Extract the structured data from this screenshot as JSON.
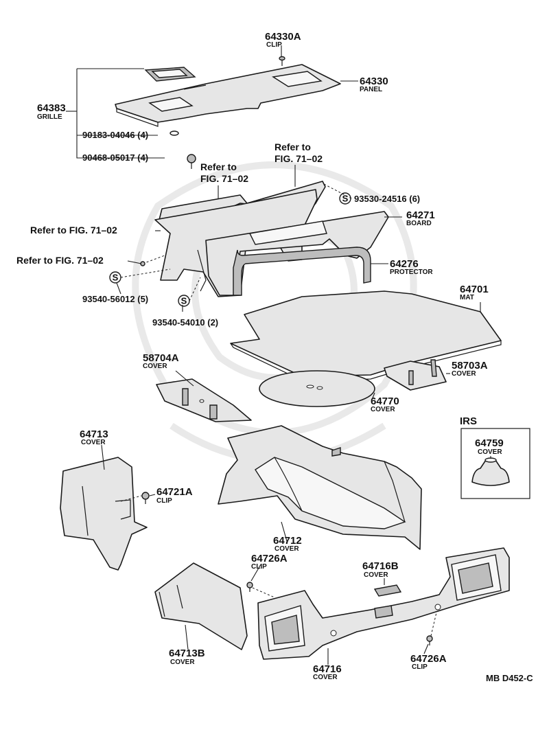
{
  "parts": [
    {
      "id": "p64330A",
      "number": "64330A",
      "name": "CLIP"
    },
    {
      "id": "p64330",
      "number": "64330",
      "name": "PANEL"
    },
    {
      "id": "p64383",
      "number": "64383",
      "name": "GRILLE"
    },
    {
      "id": "p64271",
      "number": "64271",
      "name": "BOARD"
    },
    {
      "id": "p64276",
      "number": "64276",
      "name": "PROTECTOR"
    },
    {
      "id": "p64701",
      "number": "64701",
      "name": "MAT"
    },
    {
      "id": "p58704A",
      "number": "58704A",
      "name": "COVER"
    },
    {
      "id": "p58703A",
      "number": "58703A",
      "name": "COVER"
    },
    {
      "id": "p64770",
      "number": "64770",
      "name": "COVER"
    },
    {
      "id": "p64713",
      "number": "64713",
      "name": "COVER"
    },
    {
      "id": "p64721A",
      "number": "64721A",
      "name": "CLIP"
    },
    {
      "id": "p64712",
      "number": "64712",
      "name": "COVER"
    },
    {
      "id": "p64759",
      "number": "64759",
      "name": "COVER"
    },
    {
      "id": "p64726A_top",
      "number": "64726A",
      "name": "CLIP"
    },
    {
      "id": "p64716B",
      "number": "64716B",
      "name": "COVER"
    },
    {
      "id": "p64713B",
      "number": "64713B",
      "name": "COVER"
    },
    {
      "id": "p64716",
      "number": "64716",
      "name": "COVER"
    },
    {
      "id": "p64726A_bot",
      "number": "64726A",
      "name": "CLIP"
    }
  ],
  "fasteners": [
    {
      "id": "f90183",
      "label": "90183-04046 (4)"
    },
    {
      "id": "f90468",
      "label": "90468-05017 (4)"
    },
    {
      "id": "f93530",
      "label": "93530-24516 (6)"
    },
    {
      "id": "f93540a",
      "label": "93540-56012 (5)"
    },
    {
      "id": "f93540b",
      "label": "93540-54010 (2)"
    }
  ],
  "references": {
    "ref1": [
      "Refer to",
      "FIG. 71–02"
    ],
    "ref2": [
      "Refer to",
      "FIG. 71–02"
    ],
    "ref3": "Refer to FIG. 71–02",
    "ref4": "Refer to FIG. 71–02"
  },
  "irs_label": "IRS",
  "screw_symbol": "S",
  "diagram_code": "MB D452-C",
  "icons": [
    "clip-icon",
    "screw-s-icon",
    "bolt-icon"
  ]
}
